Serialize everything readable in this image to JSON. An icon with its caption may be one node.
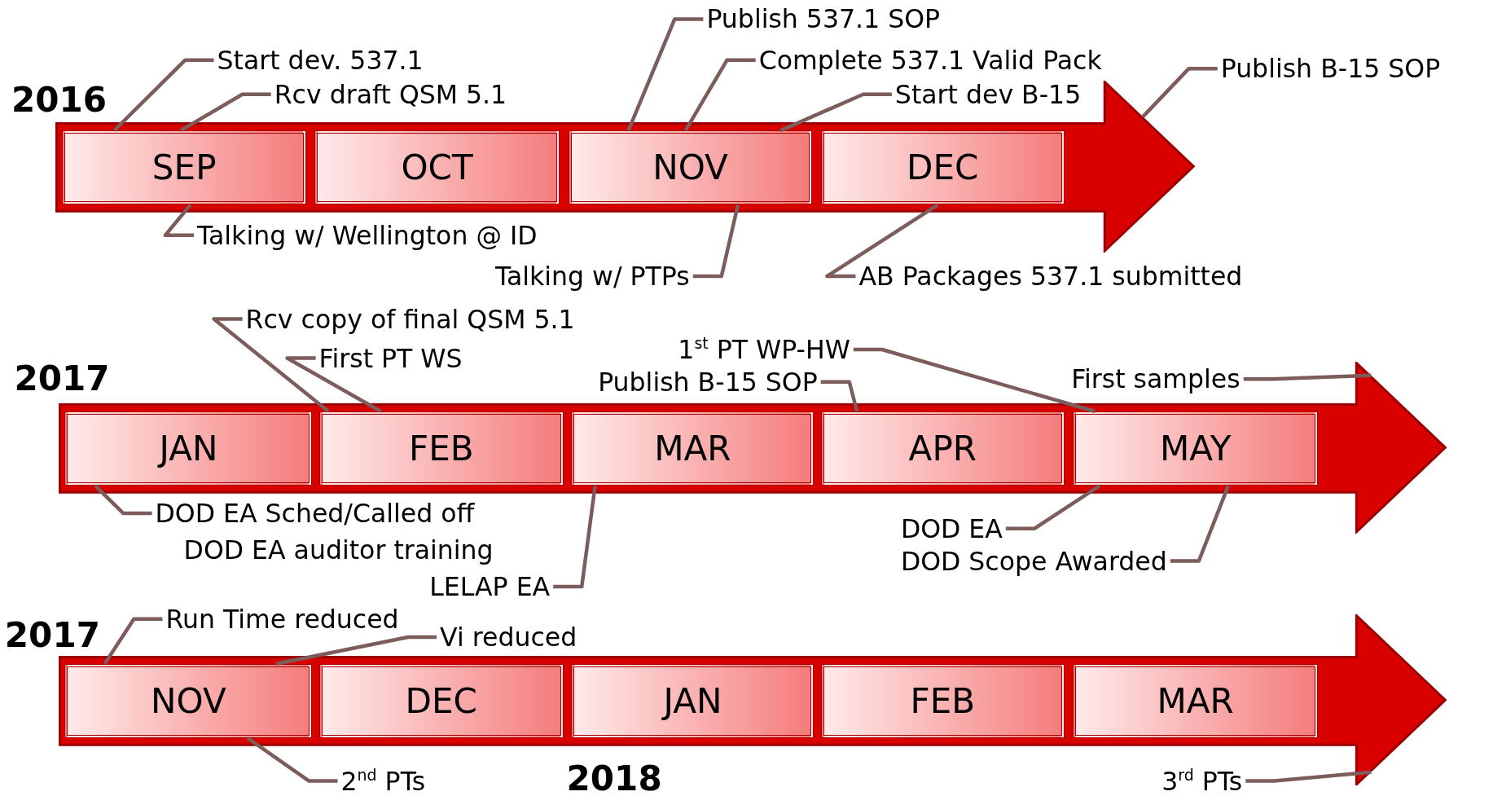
{
  "diagram": {
    "nodes": [
      {
        "text": [],
        "shape": "arrow"
      },
      {
        "text": [
          "SEP"
        ],
        "in": 0
      },
      {
        "text": [
          "OCT"
        ],
        "in": 0
      },
      {
        "text": [
          "NOV"
        ],
        "in": 0
      },
      {
        "text": [
          "DEC"
        ],
        "in": 0
      },
      {
        "text": [
          "Start dev. 537.1"
        ]
      },
      {
        "text": [
          "Rcv draft QSM 5.1"
        ]
      },
      {
        "text": [
          "Publish 537.1 SOP"
        ]
      },
      {
        "text": [
          "Complete 537.1 Valid Pack"
        ]
      },
      {
        "text": [
          "Start dev B-15"
        ]
      },
      {
        "text": [
          "Publish B-15 SOP"
        ]
      },
      {
        "text": [
          "Talking w/ Wellington @ ID"
        ]
      },
      {
        "text": [
          "Talking w/ PTPs"
        ]
      },
      {
        "text": [
          "AB Packages 537.1 submitted"
        ]
      },
      {
        "text": [],
        "shape": "arrow"
      },
      {
        "text": [
          "JAN"
        ],
        "in": 14
      },
      {
        "text": [
          "FEB"
        ],
        "in": 14
      },
      {
        "text": [
          "MAR"
        ],
        "in": 14
      },
      {
        "text": [
          "APR"
        ],
        "in": 14
      },
      {
        "text": [
          "MAY"
        ],
        "in": 14
      },
      {
        "text": [
          "Rcv copy of final QSM 5.1"
        ]
      },
      {
        "text": [
          "First PT WS"
        ]
      },
      {
        "text": [
          "1$^{st}$ PT WP-HW"
        ]
      },
      {
        "text": [
          "Publish B-15 SOP"
        ]
      },
      {
        "text": [
          "First samples"
        ]
      },
      {
        "text": [
          "DOD EA Sched/Called off"
        ]
      },
      {
        "text": [
          "LELAP EA"
        ]
      },
      {
        "text": [
          "DOD EA"
        ]
      },
      {
        "text": [
          "DOD Scope Awarded"
        ]
      },
      {
        "text": [],
        "shape": "arrow"
      },
      {
        "text": [
          "NOV"
        ],
        "in": 29
      },
      {
        "text": [
          "DEC"
        ],
        "in": 29
      },
      {
        "text": [
          "JAN"
        ],
        "in": 29
      },
      {
        "text": [
          "FEB"
        ],
        "in": 29
      },
      {
        "text": [
          "MAR"
        ],
        "in": 29
      },
      {
        "text": [
          "Run Time reduced"
        ]
      },
      {
        "text": [
          "Vi reduced"
        ]
      },
      {
        "text": [
          "2$^{nd}$ PTs"
        ]
      },
      {
        "text": [
          "3$^{rd}$ PTs"
        ]
      }
    ],
    "edges": [
      {
        "from": 5,
        "to": 1,
        "arrow": "none"
      },
      {
        "from": 6,
        "to": 1,
        "arrow": "none"
      },
      {
        "from": 7,
        "to": 3,
        "arrow": "none"
      },
      {
        "from": 8,
        "to": 3,
        "arrow": "none"
      },
      {
        "from": 9,
        "to": 3,
        "arrow": "none"
      },
      {
        "from": 10,
        "to": 0,
        "arrow": "none"
      },
      {
        "from": 11,
        "to": 1,
        "arrow": "none"
      },
      {
        "from": 12,
        "to": 3,
        "arrow": "none"
      },
      {
        "from": 13,
        "to": 4,
        "arrow": "none"
      },
      {
        "from": 20,
        "to": 16,
        "arrow": "none"
      },
      {
        "from": 21,
        "to": 16,
        "arrow": "none"
      },
      {
        "from": 22,
        "to": 19,
        "arrow": "none"
      },
      {
        "from": 23,
        "to": 18,
        "arrow": "none"
      },
      {
        "from": 24,
        "to": 14,
        "arrow": "none"
      },
      {
        "from": 25,
        "to": 15,
        "arrow": "none"
      },
      {
        "from": 26,
        "to": 17,
        "arrow": "none"
      },
      {
        "from": 27,
        "to": 19,
        "arrow": "none"
      },
      {
        "from": 28,
        "to": 19,
        "arrow": "none"
      },
      {
        "from": 35,
        "to": 30,
        "arrow": "none"
      },
      {
        "from": 36,
        "to": 30,
        "arrow": "none"
      },
      {
        "from": 37,
        "to": 30,
        "arrow": "none"
      },
      {
        "from": 38,
        "to": 29,
        "arrow": "none"
      }
    ],
    "labels": [
      "2016",
      "2017",
      "DOD EA auditor training",
      "2017",
      "2018"
    ]
  }
}
